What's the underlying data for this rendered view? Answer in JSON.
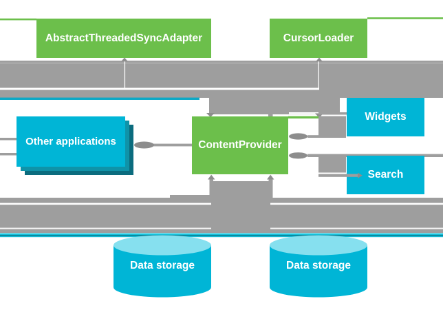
{
  "title": "ContentProvider architecture diagram",
  "colors": {
    "background": "#ffffff",
    "green": "#6cbf4b",
    "cyan": "#00b5d6",
    "teal_mid": "#0f93a8",
    "teal_dark": "#0b6c7e",
    "cyan_light": "#86e0ef",
    "gray": "#9e9e9e",
    "gray_dark": "#8d8d8d",
    "seam_white": "#ffffff",
    "line_cyan": "#0ca9c6",
    "stripe_cyan": "#17c0da",
    "stripe_dark": "#0b7a8e",
    "label_text": "#ffffff"
  },
  "nodes": {
    "sync_adapter": {
      "label": "AbstractThreadedSyncAdapter"
    },
    "cursor_loader": {
      "label": "CursorLoader"
    },
    "content_provider": {
      "label": "ContentProvider"
    },
    "other_applications": {
      "label": "Other applications"
    },
    "widgets": {
      "label": "Widgets"
    },
    "search": {
      "label": "Search"
    },
    "data_storage_left": {
      "label": "Data storage"
    },
    "data_storage_right": {
      "label": "Data storage"
    }
  }
}
